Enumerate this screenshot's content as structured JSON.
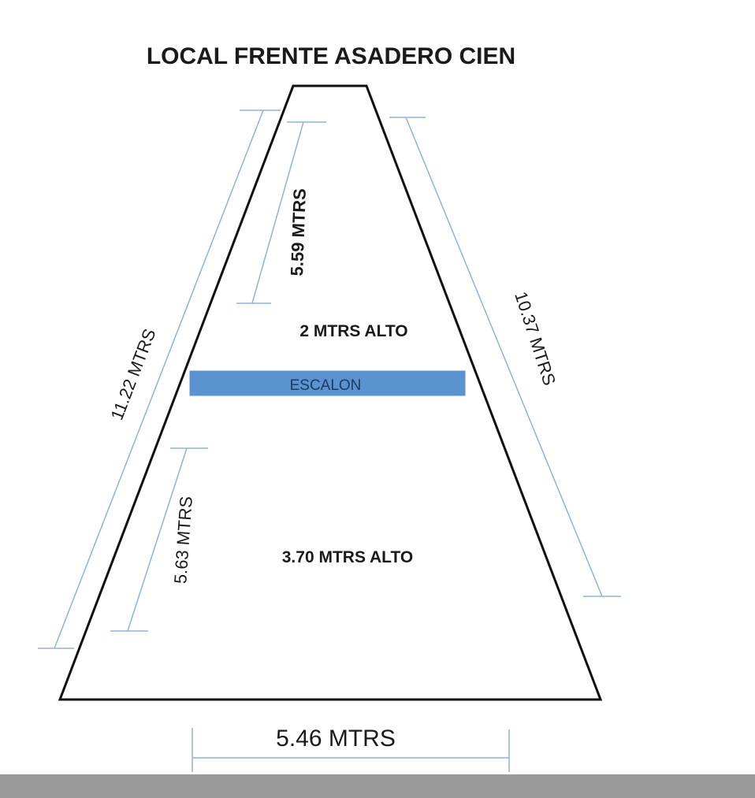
{
  "title": "LOCAL FRENTE ASADERO CIEN",
  "dimensions": {
    "left_side": "11.22 MTRS",
    "right_side": "10.37 MTRS",
    "upper_inner": "5.59 MTRS",
    "lower_inner": "5.63 MTRS",
    "base": "5.46 MTRS"
  },
  "areas": {
    "upper_height": "2 MTRS ALTO",
    "lower_height": "3.70 MTRS ALTO"
  },
  "step": {
    "label": "ESCALON"
  },
  "colors": {
    "outline": "#111111",
    "dimension_line": "#8fb3d4",
    "step_fill": "#5b93d0",
    "step_text": "#1d3b63",
    "text": "#1a1a1a",
    "bottom_bar": "#9a9a9a"
  }
}
